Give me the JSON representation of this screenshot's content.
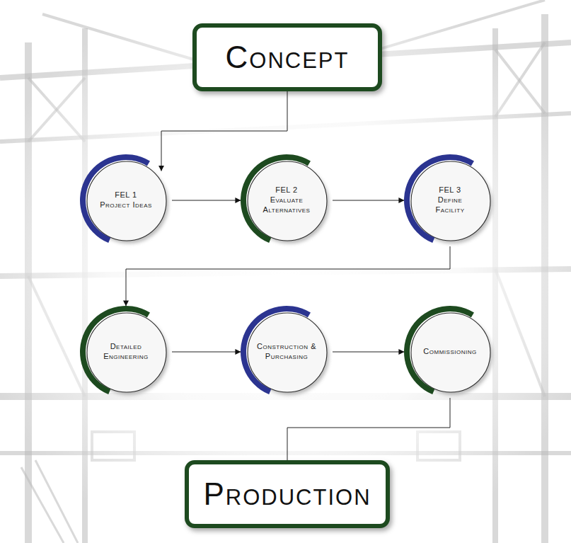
{
  "diagram": {
    "nodes": [
      {
        "text": [
          "Concept"
        ]
      },
      {
        "text": [
          "FEL 1",
          "Project Ideas"
        ]
      },
      {
        "text": [
          "FEL 2",
          "Evaluate Alternatives"
        ]
      },
      {
        "text": [
          "FEL 3",
          "Define Facility"
        ]
      },
      {
        "text": [
          "Detailed Engineering"
        ]
      },
      {
        "text": [
          "Construction & Purchasing"
        ]
      },
      {
        "text": [
          "Commissioning"
        ]
      },
      {
        "text": [
          "Production"
        ]
      }
    ],
    "edges": [
      {
        "from": 0,
        "to": 1,
        "arrow": "to"
      },
      {
        "from": 1,
        "to": 2,
        "arrow": "to"
      },
      {
        "from": 2,
        "to": 3,
        "arrow": "to"
      },
      {
        "from": 3,
        "to": 4,
        "arrow": "to"
      },
      {
        "from": 4,
        "to": 5,
        "arrow": "to"
      },
      {
        "from": 5,
        "to": 6,
        "arrow": "to"
      },
      {
        "from": 6,
        "to": 7,
        "arrow": "none"
      }
    ]
  }
}
